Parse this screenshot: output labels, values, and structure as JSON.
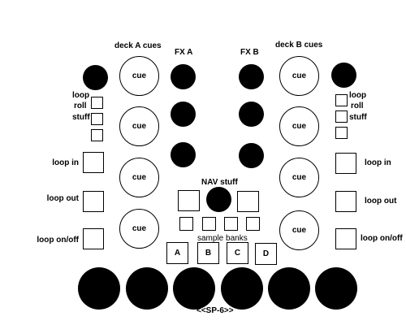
{
  "labels": {
    "deck_a_cues": "deck A cues",
    "deck_b_cues": "deck B cues",
    "fx_a": "FX A",
    "fx_b": "FX B",
    "loop_roll_stuff": [
      "loop",
      "roll",
      "stuff"
    ],
    "loop_in": "loop in",
    "loop_out": "loop out",
    "loop_onoff": "loop on/off",
    "nav_stuff": "NAV stuff",
    "sample_banks": "sample banks",
    "footer": "<<SP-6>>"
  },
  "cue_label": "cue",
  "sample_bank_keys": [
    "A",
    "B",
    "C",
    "D"
  ]
}
